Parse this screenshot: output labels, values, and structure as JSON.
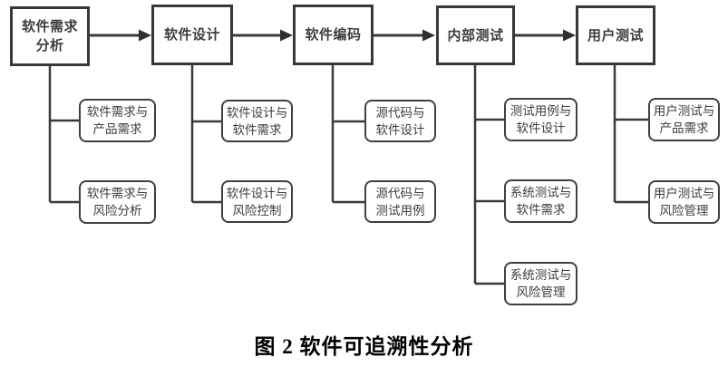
{
  "diagram": {
    "caption": "图 2  软件可追溯性分析",
    "colors": {
      "line": "#3a3a3a",
      "box_border": "#404040",
      "text": "#3d3d3d",
      "caption_text": "#000000",
      "background": "#ffffff"
    },
    "flow": [
      "软件需求分析",
      "软件设计",
      "软件编码",
      "内部测试",
      "用户测试"
    ],
    "columns": [
      {
        "title": "软件需求\n分析",
        "children": [
          "软件需求与\n产品需求",
          "软件需求与\n风险分析"
        ]
      },
      {
        "title": "软件设计",
        "children": [
          "软件设计与\n软件需求",
          "软件设计与\n风险控制"
        ]
      },
      {
        "title": "软件编码",
        "children": [
          "源代码与\n软件设计",
          "源代码与\n测试用例"
        ]
      },
      {
        "title": "内部测试",
        "children": [
          "测试用例与\n软件设计",
          "系统测试与\n软件需求",
          "系统测试与\n风险管理"
        ]
      },
      {
        "title": "用户测试",
        "children": [
          "用户测试与\n产品需求",
          "用户测试与\n风险管理"
        ]
      }
    ]
  }
}
